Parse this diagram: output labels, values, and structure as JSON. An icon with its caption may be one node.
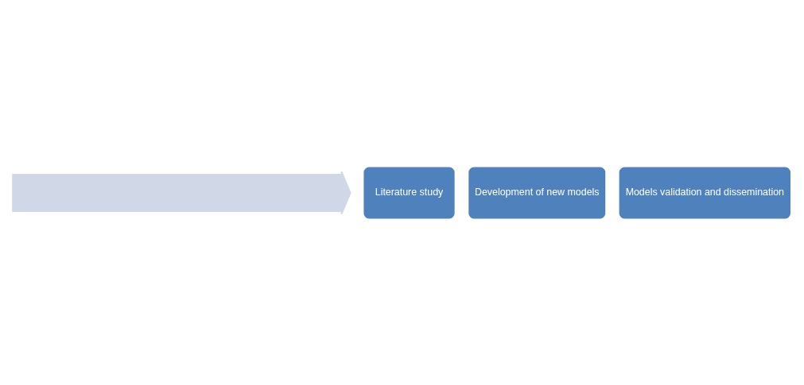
{
  "diagram": {
    "nodes": [
      {
        "text": [],
        "shape": "arrow"
      },
      {
        "text": [
          "Literature study"
        ]
      },
      {
        "text": [
          "Development of new models"
        ]
      },
      {
        "text": [
          "Models validation and dissemination"
        ]
      }
    ]
  }
}
